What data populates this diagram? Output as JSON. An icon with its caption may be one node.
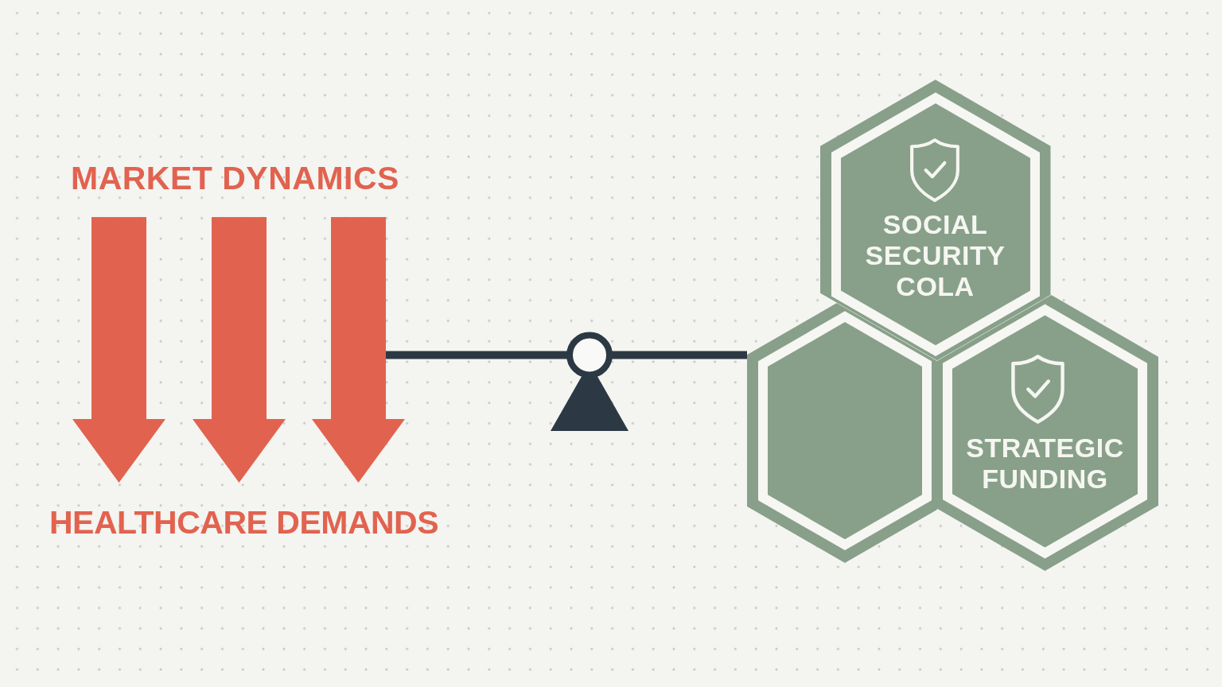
{
  "diagram": {
    "nodes": [
      {
        "text": [
          "SOCIAL SECURITY COLA"
        ]
      },
      {
        "text": [],
        "shape": "hexagon"
      },
      {
        "text": [
          "STRATEGIC FUNDING"
        ]
      }
    ],
    "edges": [
      {
        "from": null,
        "to": 1,
        "arrow": "none"
      }
    ],
    "labels": [
      "MARKET DYNAMICS",
      "HEALTHCARE DEMANDS"
    ]
  }
}
